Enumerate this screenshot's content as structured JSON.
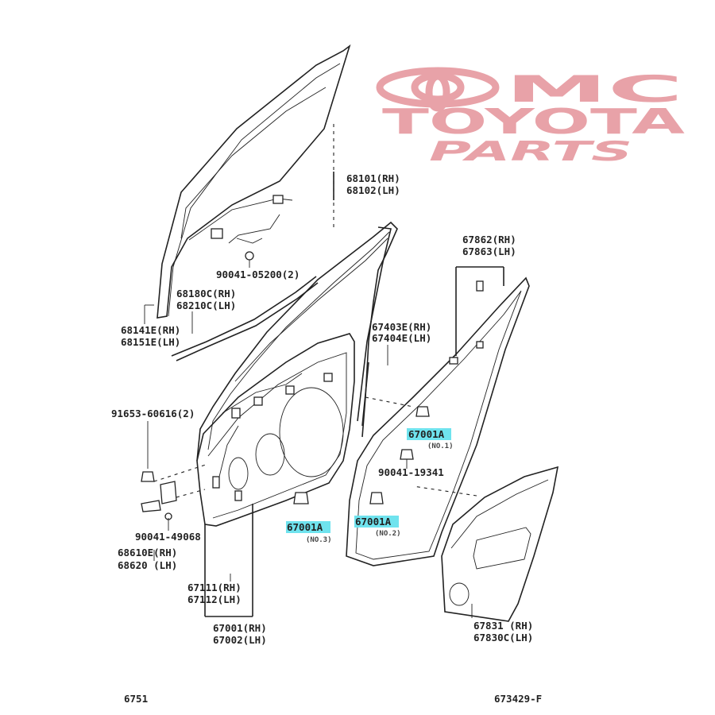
{
  "watermark": {
    "line1": "MC",
    "line2": "TOYOTA",
    "line3": "PARTS",
    "color": "#e8a2a8"
  },
  "callouts": {
    "glass": [
      "68101(RH)",
      "68102(LH)"
    ],
    "screw_glass": "90041-05200(2)",
    "channel": [
      "68180C(RH)",
      "68210C(LH)"
    ],
    "weatherstrip_outer": [
      "68141E(RH)",
      "68151E(LH)"
    ],
    "check": [
      "67403E(RH)",
      "67404E(LH)"
    ],
    "weatherstrip_door": [
      "67862(RH)",
      "67863(LH)"
    ],
    "bolt_hinge": "91653-60616(2)",
    "screw_lower": "90041-49068",
    "hinge": [
      "68610E(RH)",
      "68620 (LH)"
    ],
    "panel": [
      "67111(RH)",
      "67112(LH)"
    ],
    "door_assy": [
      "67001(RH)",
      "67002(LH)"
    ],
    "trim": [
      "67831 (RH)",
      "67830C(LH)"
    ],
    "clip": "90041-19341",
    "highlight_1": "67001A",
    "highlight_1_note": "(NO.1)",
    "highlight_2": "67001A",
    "highlight_2_note": "(NO.3)",
    "highlight_3": "67001A",
    "highlight_3_note": "(NO.2)",
    "highlight_color": "#6fe3ee"
  },
  "footer": {
    "left": "6751",
    "right": "673429-F"
  }
}
